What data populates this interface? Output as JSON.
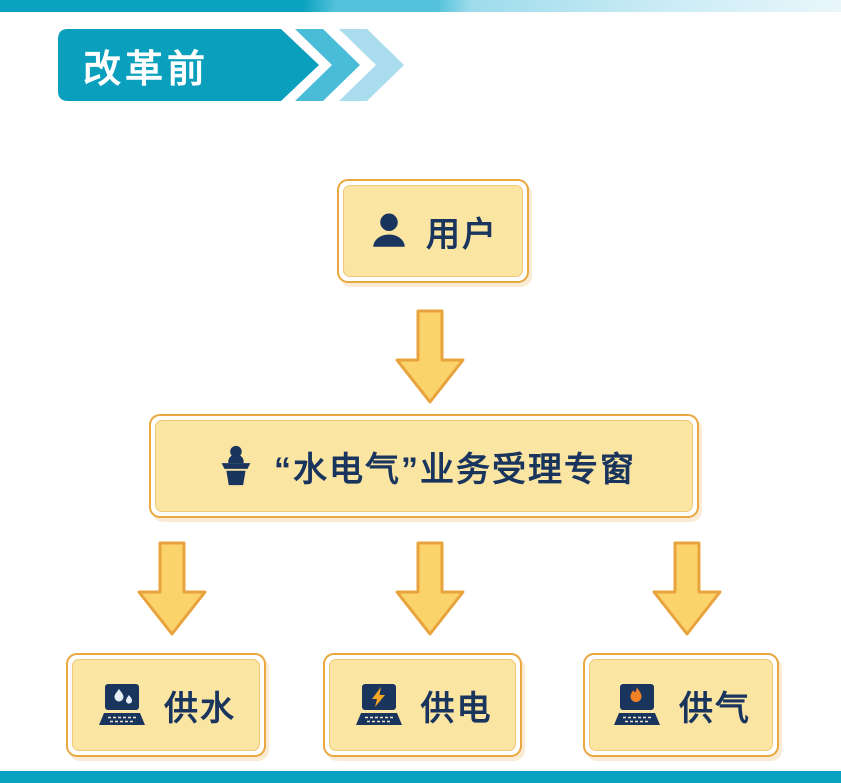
{
  "banner": {
    "label": "改革前"
  },
  "flow": {
    "user": {
      "label": "用户",
      "icon": "person-icon"
    },
    "window": {
      "label": "“水电气”业务受理专窗",
      "icon": "clerk-podium-icon"
    },
    "branches": [
      {
        "label": "供水",
        "icon": "computer-water-icon"
      },
      {
        "label": "供电",
        "icon": "computer-power-icon"
      },
      {
        "label": "供气",
        "icon": "computer-gas-icon"
      }
    ]
  },
  "colors": {
    "teal": "#0aa0bd",
    "teal_medium": "#49bcd7",
    "teal_light": "#a9dcec",
    "box_fill": "#fbe5a3",
    "box_border": "#e8a83f",
    "arrow_fill": "#fbd36b",
    "arrow_border": "#e8a33d",
    "text": "#19355e"
  }
}
